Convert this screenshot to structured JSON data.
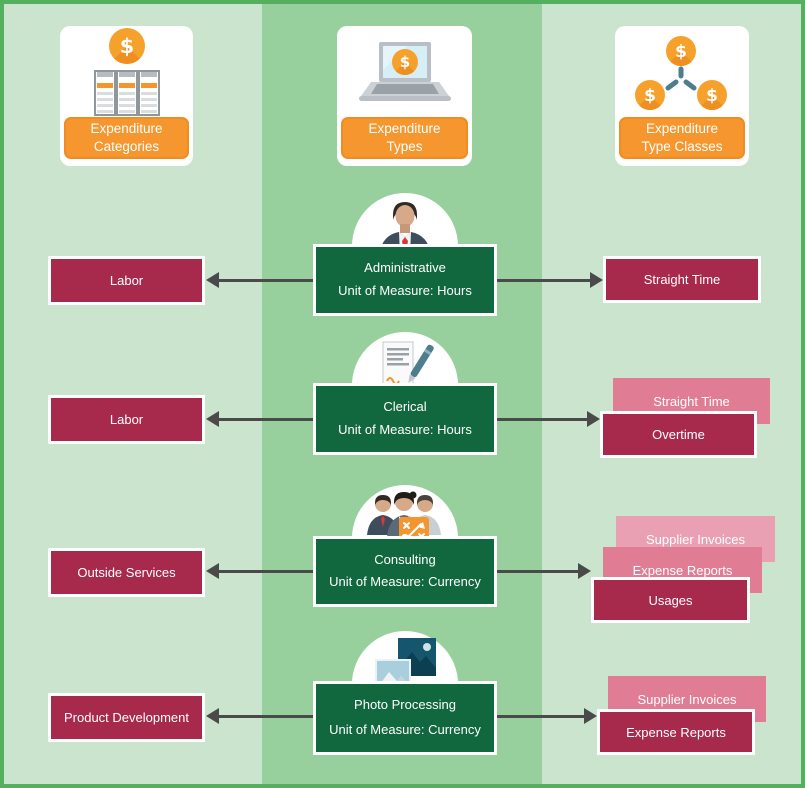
{
  "header": {
    "columns": [
      {
        "title": "Expenditure\nCategories",
        "icon": "dollar-coin-icon + table-columns-icon"
      },
      {
        "title": "Expenditure\nTypes",
        "icon": "laptop-coin-icon"
      },
      {
        "title": "Expenditure\nType Classes",
        "icon": "coin-network-icon"
      }
    ]
  },
  "rows": [
    {
      "category": "Labor",
      "type": {
        "name": "Administrative",
        "unit": "Unit of Measure: Hours",
        "icon": "businessman-icon"
      },
      "classes": [
        {
          "label": "Straight Time",
          "style": "crimson"
        }
      ]
    },
    {
      "category": "Labor",
      "type": {
        "name": "Clerical",
        "unit": "Unit of Measure: Hours",
        "icon": "document-pen-icon"
      },
      "classes": [
        {
          "label": "Straight Time",
          "style": "pink"
        },
        {
          "label": "Overtime",
          "style": "crimson"
        }
      ]
    },
    {
      "category": "Outside Services",
      "type": {
        "name": "Consulting",
        "unit": "Unit of Measure: Currency",
        "icon": "consulting-team-icon"
      },
      "classes": [
        {
          "label": "Supplier Invoices",
          "style": "pink-light"
        },
        {
          "label": "Expense Reports",
          "style": "pink"
        },
        {
          "label": "Usages",
          "style": "crimson"
        }
      ]
    },
    {
      "category": "Product Development",
      "type": {
        "name": "Photo Processing",
        "unit": "Unit of Measure: Currency",
        "icon": "photo-processing-icon"
      },
      "classes": [
        {
          "label": "Supplier Invoices",
          "style": "pink"
        },
        {
          "label": "Expense Reports",
          "style": "crimson"
        }
      ]
    }
  ],
  "colors": {
    "background": "#cbe4ce",
    "center_band": "#97d09c",
    "frame_border": "#55af5f",
    "type_box_green": "#11683e",
    "class_crimson": "#a72a4d",
    "class_pink": "#e07d94",
    "class_pink_light": "#e9a0b2",
    "accent_orange": "#f5962f",
    "arrow_gray": "#4a4a4a",
    "text_white": "#ffffff"
  }
}
